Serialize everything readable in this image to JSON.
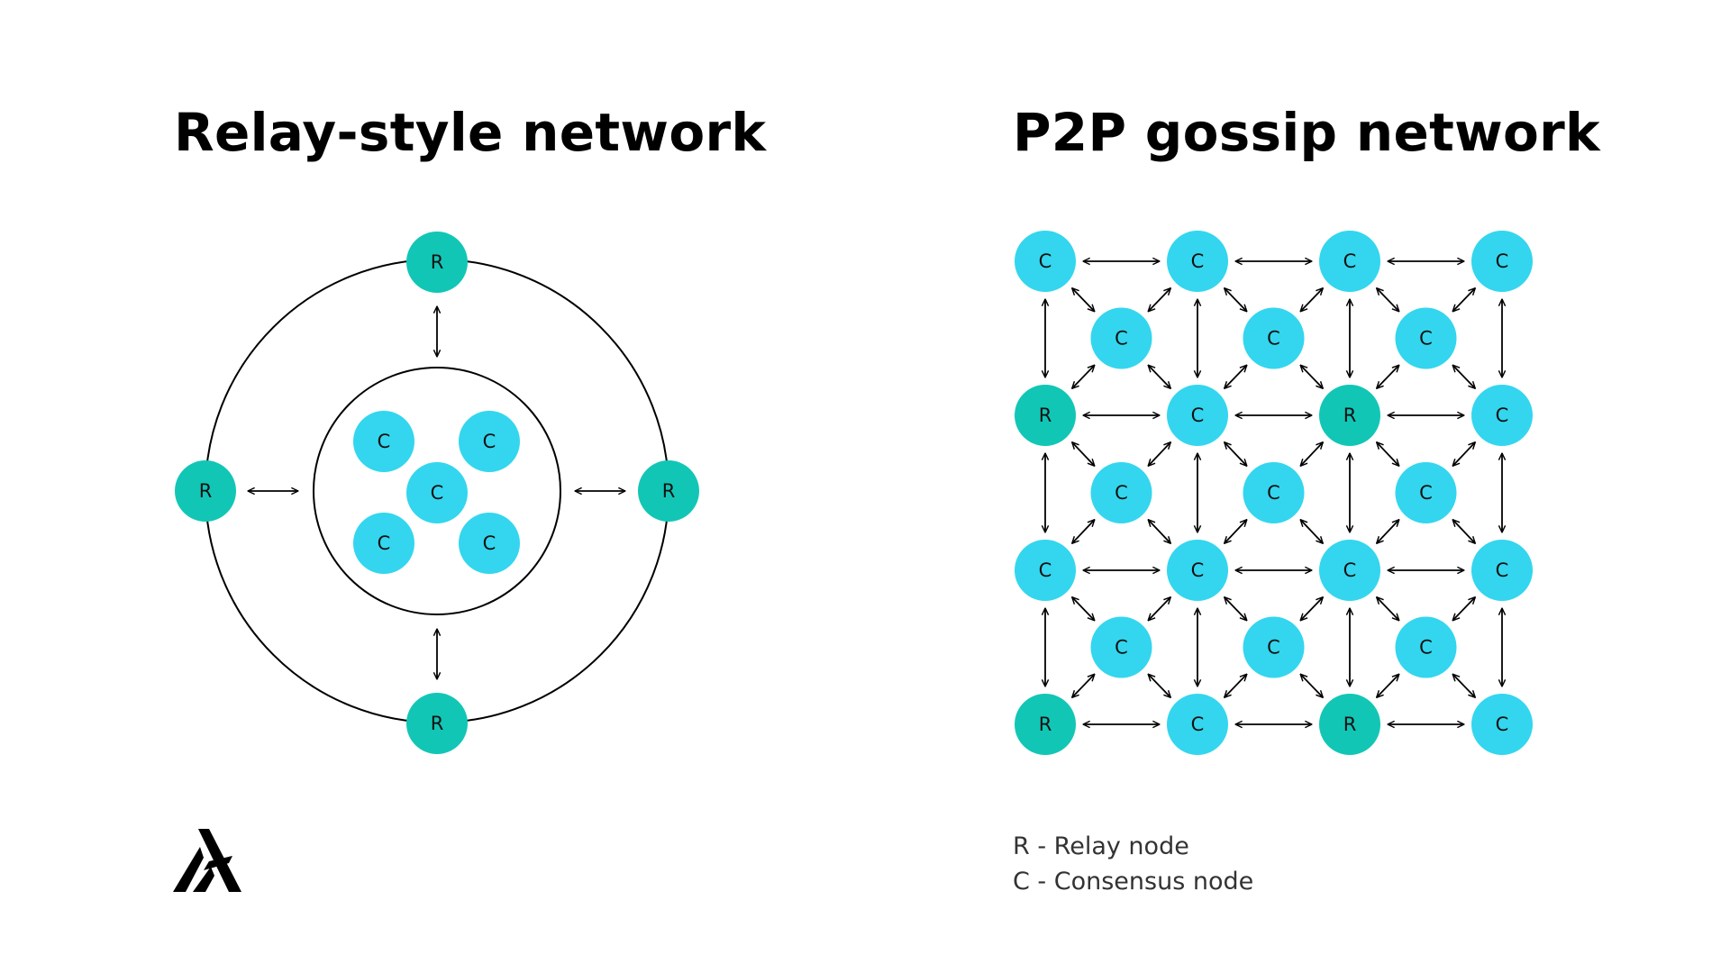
{
  "titles": {
    "left": "Relay-style network",
    "right": "P2P gossip network"
  },
  "node_labels": {
    "relay": "R",
    "consensus": "C"
  },
  "legend": {
    "relay": "R - Relay node",
    "consensus": "C - Consensus node"
  },
  "colors": {
    "relay": "#12c6b6",
    "consensus": "#33d6ee",
    "stroke": "#000000",
    "background": "#ffffff"
  },
  "icons": {
    "logo": "algorand-logo-icon",
    "arrow": "double-arrow-icon"
  },
  "relay_network": {
    "outer_relays": [
      "R",
      "R",
      "R",
      "R"
    ],
    "inner_consensus": [
      "C",
      "C",
      "C",
      "C",
      "C"
    ]
  },
  "gossip_network": {
    "main_grid": [
      [
        "C",
        "C",
        "C",
        "C"
      ],
      [
        "R",
        "C",
        "R",
        "C"
      ],
      [
        "C",
        "C",
        "C",
        "C"
      ],
      [
        "R",
        "C",
        "R",
        "C"
      ]
    ],
    "offset_grid": [
      [
        "C",
        "C",
        "C"
      ],
      [
        "C",
        "C",
        "C"
      ],
      [
        "C",
        "C",
        "C"
      ]
    ]
  }
}
